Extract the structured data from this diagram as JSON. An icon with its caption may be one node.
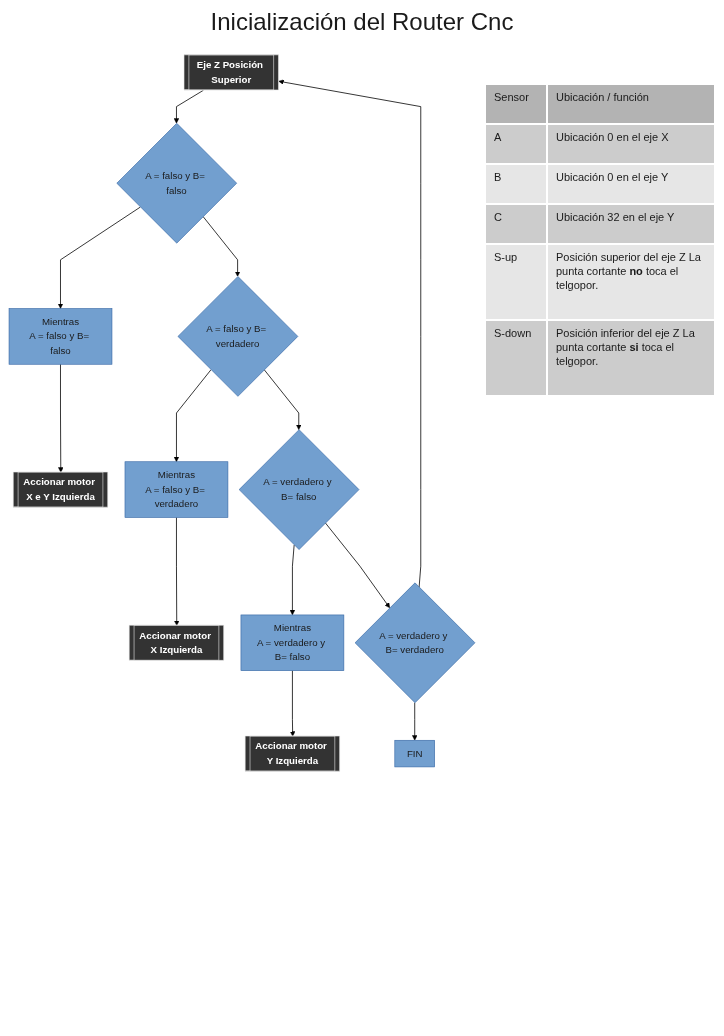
{
  "diagram": {
    "title": "Inicialización del Router Cnc",
    "nodes": [
      {
        "text": [
          "Eje Z Posición Superior"
        ]
      },
      {
        "text": [
          "A = falso y B= falso"
        ]
      },
      {
        "text": [
          "Mientras",
          "A = falso y B= falso"
        ]
      },
      {
        "text": [
          "Accionar motor X e Y Izquierda"
        ]
      },
      {
        "text": [
          "A = falso y B= verdadero"
        ]
      },
      {
        "text": [
          "Mientras",
          "A = falso y B= verdadero"
        ]
      },
      {
        "text": [
          "Accionar motor X Izquierda"
        ]
      },
      {
        "text": [
          "A = verdadero y B= falso"
        ]
      },
      {
        "text": [
          "Mientras",
          "A = verdadero y B= falso"
        ]
      },
      {
        "text": [
          "Accionar motor Y Izquierda"
        ]
      },
      {
        "text": [
          "A = verdadero y B= verdadero"
        ]
      },
      {
        "text": [
          "FIN"
        ]
      }
    ],
    "edges": [
      {
        "from": 0,
        "to": 1,
        "arrow": "to"
      },
      {
        "from": 1,
        "to": 2,
        "arrow": "to"
      },
      {
        "from": 2,
        "to": 3,
        "arrow": "to"
      },
      {
        "from": 1,
        "to": 4,
        "arrow": "to"
      },
      {
        "from": 4,
        "to": 5,
        "arrow": "to"
      },
      {
        "from": 5,
        "to": 6,
        "arrow": "to"
      },
      {
        "from": 4,
        "to": 7,
        "arrow": "to"
      },
      {
        "from": 7,
        "to": 8,
        "arrow": "to"
      },
      {
        "from": 8,
        "to": 9,
        "arrow": "to"
      },
      {
        "from": 7,
        "to": 10,
        "arrow": "to"
      },
      {
        "from": 10,
        "to": 11,
        "arrow": "to"
      },
      {
        "from": 10,
        "to": 0,
        "arrow": "to"
      }
    ],
    "labels": [
      "Sensor",
      "Ubicación / función",
      "A",
      "Ubicación 0 en el eje X",
      "B",
      "Ubicación 0 en el eje Y",
      "C",
      "Ubicación 32 en el eje Y",
      "S-up",
      "Posición superior del eje Z La punta cortante **no** toca el telgopor.",
      "S-down",
      "Posición inferior del eje Z La punta cortante **si** toca el telgopor."
    ]
  }
}
